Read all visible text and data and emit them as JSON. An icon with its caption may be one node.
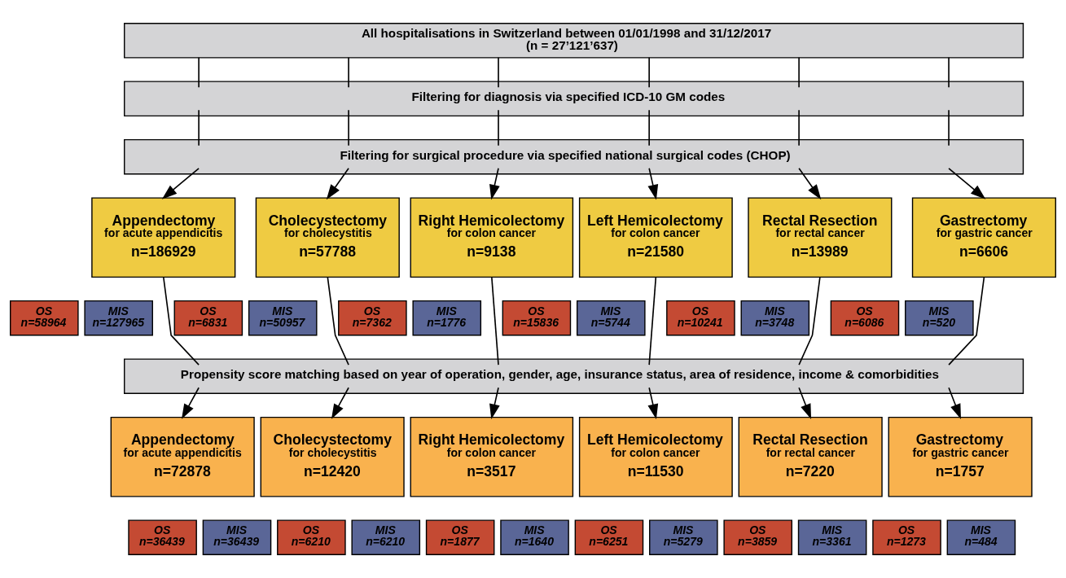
{
  "diagram": {
    "nodes": [
      {
        "text": [
          "All hospitalisations in Switzerland between 01/01/1998 and 31/12/2017",
          "(n = 27’121’637)"
        ]
      },
      {
        "text": [
          "Filtering for diagnosis via specified ICD-10 GM codes"
        ]
      },
      {
        "text": [
          "Filtering for surgical procedure via specified national surgical codes (CHOP)"
        ]
      },
      {
        "text": [
          "Appendectomy",
          "for acute appendicitis",
          "n=186929"
        ]
      },
      {
        "text": [
          "Cholecystectomy",
          "for cholecystitis",
          "n=57788"
        ]
      },
      {
        "text": [
          "Right Hemicolectomy",
          "for colon cancer",
          "n=9138"
        ]
      },
      {
        "text": [
          "Left Hemicolectomy",
          "for colon cancer",
          "n=21580"
        ]
      },
      {
        "text": [
          "Rectal Resection",
          "for rectal cancer",
          "n=13989"
        ]
      },
      {
        "text": [
          "Gastrectomy",
          "for gastric cancer",
          "n=6606"
        ]
      },
      {
        "text": [
          "OS",
          "n=58964"
        ]
      },
      {
        "text": [
          "MIS",
          "n=127965"
        ]
      },
      {
        "text": [
          "OS",
          "n=6831"
        ]
      },
      {
        "text": [
          "MIS",
          "n=50957"
        ]
      },
      {
        "text": [
          "OS",
          "n=7362"
        ]
      },
      {
        "text": [
          "MIS",
          "n=1776"
        ]
      },
      {
        "text": [
          "OS",
          "n=15836"
        ]
      },
      {
        "text": [
          "MIS",
          "n=5744"
        ]
      },
      {
        "text": [
          "OS",
          "n=10241"
        ]
      },
      {
        "text": [
          "MIS",
          "n=3748"
        ]
      },
      {
        "text": [
          "OS",
          "n=6086"
        ]
      },
      {
        "text": [
          "MIS",
          "n=520"
        ]
      },
      {
        "text": [
          "Propensity score matching based on year of operation, gender, age, insurance status, area of residence, income & comorbidities"
        ]
      },
      {
        "text": [
          "Appendectomy",
          "for acute appendicitis",
          "n=72878"
        ]
      },
      {
        "text": [
          "Cholecystectomy",
          "for cholecystitis",
          "n=12420"
        ]
      },
      {
        "text": [
          "Right Hemicolectomy",
          "for colon cancer",
          "n=3517"
        ]
      },
      {
        "text": [
          "Left Hemicolectomy",
          "for colon cancer",
          "n=11530"
        ]
      },
      {
        "text": [
          "Rectal Resection",
          "for rectal cancer",
          "n=7220"
        ]
      },
      {
        "text": [
          "Gastrectomy",
          "for gastric cancer",
          "n=1757"
        ]
      },
      {
        "text": [
          "OS",
          "n=36439"
        ]
      },
      {
        "text": [
          "MIS",
          "n=36439"
        ]
      },
      {
        "text": [
          "OS",
          "n=6210"
        ]
      },
      {
        "text": [
          "MIS",
          "n=6210"
        ]
      },
      {
        "text": [
          "OS",
          "n=1877"
        ]
      },
      {
        "text": [
          "MIS",
          "n=1640"
        ]
      },
      {
        "text": [
          "OS",
          "n=6251"
        ]
      },
      {
        "text": [
          "MIS",
          "n=5279"
        ]
      },
      {
        "text": [
          "OS",
          "n=3859"
        ]
      },
      {
        "text": [
          "MIS",
          "n=3361"
        ]
      },
      {
        "text": [
          "OS",
          "n=1273"
        ]
      },
      {
        "text": [
          "MIS",
          "n=484"
        ]
      }
    ],
    "edges": [
      {
        "from": 0,
        "to": 1,
        "arrow": "none"
      },
      {
        "from": 0,
        "to": 1,
        "arrow": "none"
      },
      {
        "from": 0,
        "to": 1,
        "arrow": "none"
      },
      {
        "from": 0,
        "to": 1,
        "arrow": "none"
      },
      {
        "from": 0,
        "to": 1,
        "arrow": "none"
      },
      {
        "from": 0,
        "to": 1,
        "arrow": "none"
      },
      {
        "from": 1,
        "to": 2,
        "arrow": "none"
      },
      {
        "from": 1,
        "to": 2,
        "arrow": "none"
      },
      {
        "from": 1,
        "to": 2,
        "arrow": "none"
      },
      {
        "from": 1,
        "to": 2,
        "arrow": "none"
      },
      {
        "from": 1,
        "to": 2,
        "arrow": "none"
      },
      {
        "from": 1,
        "to": 2,
        "arrow": "none"
      },
      {
        "from": 2,
        "to": 3,
        "arrow": "to"
      },
      {
        "from": 2,
        "to": 4,
        "arrow": "to"
      },
      {
        "from": 2,
        "to": 5,
        "arrow": "to"
      },
      {
        "from": 2,
        "to": 6,
        "arrow": "to"
      },
      {
        "from": 2,
        "to": 7,
        "arrow": "to"
      },
      {
        "from": 2,
        "to": 8,
        "arrow": "to"
      },
      {
        "from": 3,
        "to": 21,
        "arrow": "none"
      },
      {
        "from": 4,
        "to": 21,
        "arrow": "none"
      },
      {
        "from": 5,
        "to": 21,
        "arrow": "none"
      },
      {
        "from": 6,
        "to": 21,
        "arrow": "none"
      },
      {
        "from": 7,
        "to": 21,
        "arrow": "none"
      },
      {
        "from": 8,
        "to": 21,
        "arrow": "none"
      },
      {
        "from": 21,
        "to": 22,
        "arrow": "to"
      },
      {
        "from": 21,
        "to": 23,
        "arrow": "to"
      },
      {
        "from": 21,
        "to": 24,
        "arrow": "to"
      },
      {
        "from": 21,
        "to": 25,
        "arrow": "to"
      },
      {
        "from": 21,
        "to": 26,
        "arrow": "to"
      },
      {
        "from": 21,
        "to": 27,
        "arrow": "to"
      }
    ]
  }
}
